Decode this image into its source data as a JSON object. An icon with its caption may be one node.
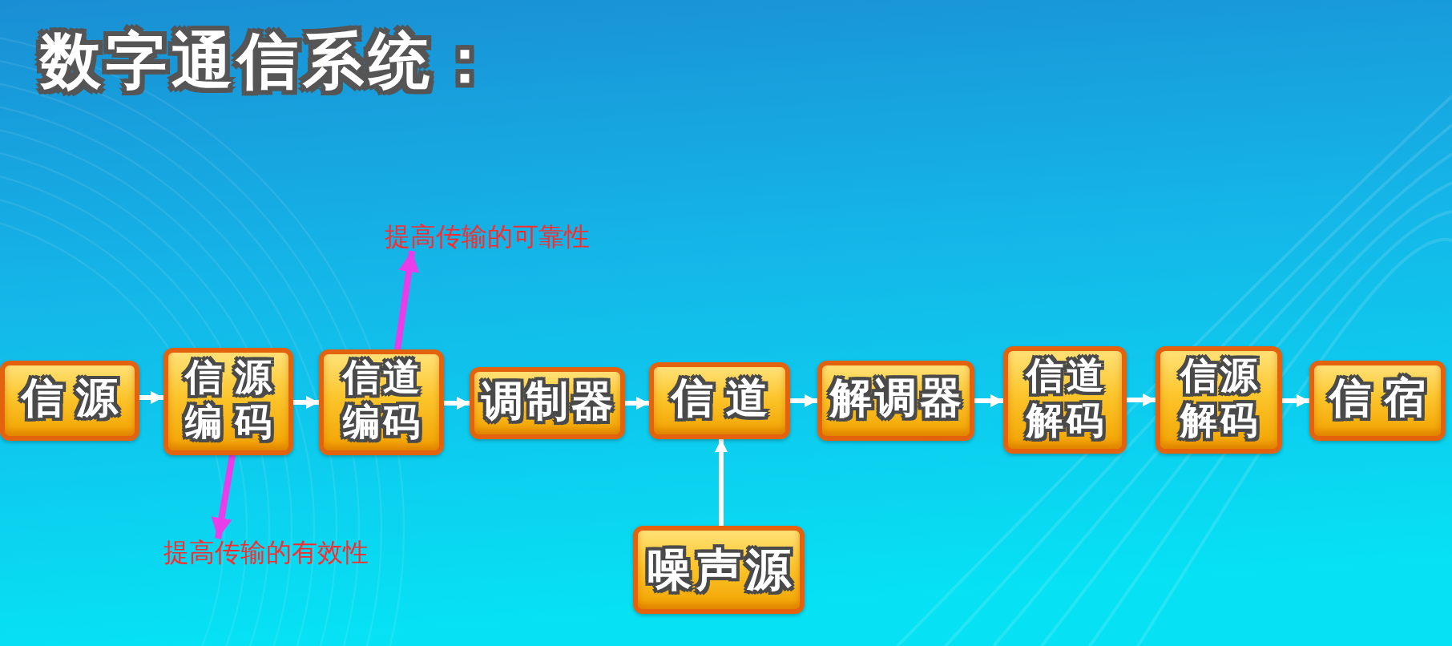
{
  "diagram": {
    "title": "数字通信系统：",
    "nodes": [
      {
        "text": [
          "提高传输的可靠性"
        ]
      },
      {
        "text": [
          "信源"
        ]
      },
      {
        "text": [
          "信源编码"
        ]
      },
      {
        "text": [
          "信道编码"
        ]
      },
      {
        "text": [
          "调制器"
        ]
      },
      {
        "text": [
          "信道"
        ]
      },
      {
        "text": [
          "解调器"
        ]
      },
      {
        "text": [
          "信道解码"
        ]
      },
      {
        "text": [
          "信源解码"
        ]
      },
      {
        "text": [
          "信宿"
        ]
      },
      {
        "text": [
          "提高传输的有效性"
        ]
      },
      {
        "text": [
          "噪声源"
        ]
      }
    ],
    "edges": [
      {
        "from": 1,
        "to": 2,
        "arrow": "to"
      },
      {
        "from": 2,
        "to": 3,
        "arrow": "to"
      },
      {
        "from": 3,
        "to": 4,
        "arrow": "to"
      },
      {
        "from": 4,
        "to": 5,
        "arrow": "to"
      },
      {
        "from": 5,
        "to": 6,
        "arrow": "to"
      },
      {
        "from": 6,
        "to": 7,
        "arrow": "to"
      },
      {
        "from": 7,
        "to": 8,
        "arrow": "to"
      },
      {
        "from": 8,
        "to": 9,
        "arrow": "to"
      },
      {
        "from": 11,
        "to": 5,
        "arrow": "to"
      },
      {
        "from": 3,
        "to": 0,
        "arrow": "to",
        "color": "#e83de8"
      },
      {
        "from": 2,
        "to": 10,
        "arrow": "to",
        "color": "#e83de8"
      }
    ]
  }
}
